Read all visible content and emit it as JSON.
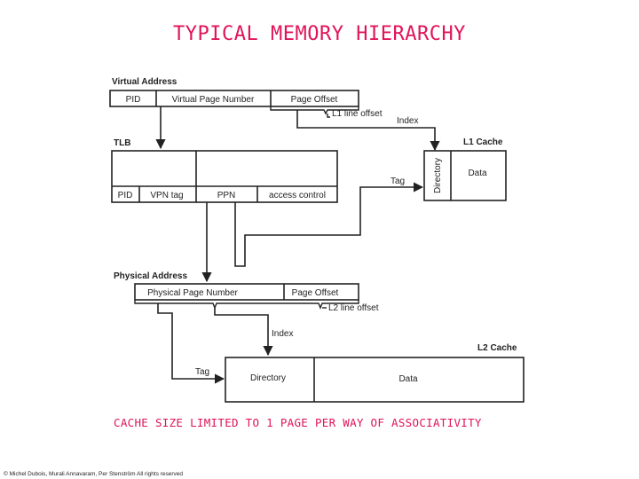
{
  "title": "TYPICAL MEMORY HIERARCHY",
  "footnote": "CACHE SIZE LIMITED TO 1 PAGE PER WAY OF ASSOCIATIVITY",
  "copyright": "© Michel Dubois, Murali Annavaram, Per Stenström All rights reserved",
  "virtual_address": {
    "heading": "Virtual Address",
    "fields": [
      "PID",
      "Virtual Page Number",
      "Page Offset"
    ],
    "l1_line_offset": "L1 line offset",
    "index": "Index"
  },
  "tlb": {
    "heading": "TLB",
    "fields": [
      "PID",
      "VPN tag",
      "PPN",
      "access control"
    ]
  },
  "l1_cache": {
    "heading": "L1 Cache",
    "tag": "Tag",
    "directory": "Directory",
    "data": "Data"
  },
  "physical_address": {
    "heading": "Physical Address",
    "fields": [
      "Physical Page Number",
      "Page Offset"
    ],
    "l2_line_offset": "L2 line offset",
    "index": "Index"
  },
  "l2_cache": {
    "heading": "L2 Cache",
    "tag": "Tag",
    "directory": "Directory",
    "data": "Data"
  }
}
